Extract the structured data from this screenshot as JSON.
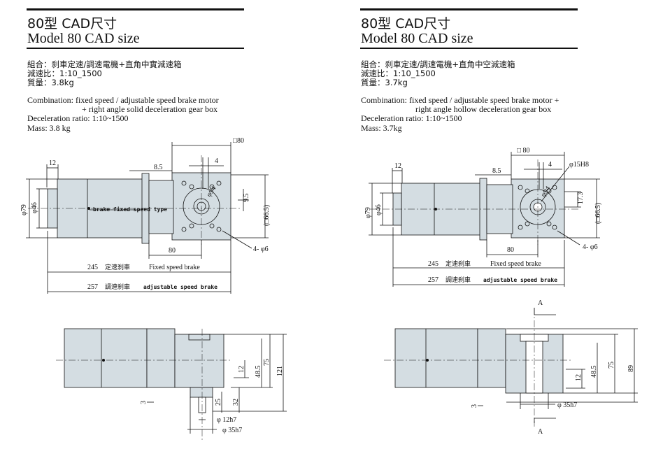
{
  "colors": {
    "housing": "#d4dde2",
    "ink": "#111111",
    "background": "#ffffff"
  },
  "left": {
    "title_cn": "80型 CAD尺寸",
    "title_en": "Model 80  CAD size",
    "combo_cn": "組合：刹車定速/調速電機+直角中實減速箱",
    "ratio_cn": "減速比：1:10_1500",
    "mass_cn": "質量：3.8kg",
    "combo_en": "Combination: fixed speed / adjustable speed brake motor",
    "combo_en2": "+ right angle solid deceleration gear box",
    "ratio_en": "Deceleration ratio: 1:10~1500",
    "mass_en": "Mass: 3.8 kg",
    "dims": {
      "square": "□80",
      "d4": "4",
      "d12": "12",
      "d85": "8.5",
      "d95": "9.5",
      "d665": "(□66.5)",
      "d94": "φ94",
      "d79": "φ79",
      "d46": "φ46",
      "d80": "80",
      "holes": "4- φ6",
      "brake_label": "brake fixed speed type",
      "len245": "245",
      "len245_cn": "定速刹車",
      "len245_en": "Fixed speed brake",
      "len257": "257",
      "len257_cn": "調速刹車",
      "len257_en": "adjustable speed brake",
      "v12": "12",
      "v485": "48.5",
      "v75": "75",
      "v121": "121",
      "v3": "3",
      "v25": "25",
      "v32": "32",
      "shaft12": "φ 12h7",
      "shaft35": "φ 35h7"
    }
  },
  "right": {
    "title_cn": "80型 CAD尺寸",
    "title_en": "Model 80  CAD size",
    "combo_cn": "組合：刹車定速/調速電機+直角中空減速箱",
    "ratio_cn": "減速比：1:10_1500",
    "mass_cn": "質量：3.7kg",
    "combo_en": "Combination: fixed speed / adjustable speed brake motor +",
    "combo_en2": "right angle hollow deceleration gear box",
    "ratio_en": "Deceleration ratio: 1:10~1500",
    "mass_en": "Mass: 3.7kg",
    "dims": {
      "square": "□ 80",
      "d4": "4",
      "d15": "φ15H8",
      "d12": "12",
      "d85": "8.5",
      "d173": "17.3",
      "d665": "(□66.5)",
      "d94": "φ94",
      "d79": "φ79",
      "d46": "φ46",
      "d80": "80",
      "holes": "4- φ6",
      "len245": "245",
      "len245_cn": "定速刹車",
      "len245_en": "Fixed speed brake",
      "len257": "257",
      "len257_cn": "調速刹車",
      "len257_en": "adjustable speed brake",
      "sectionA": "A",
      "v12": "12",
      "v485": "48.5",
      "v75": "75",
      "v89": "89",
      "v3": "3",
      "shaft35": "φ 35h7"
    }
  }
}
